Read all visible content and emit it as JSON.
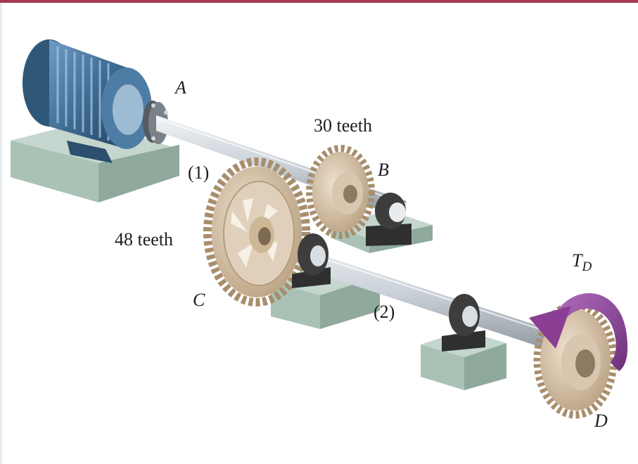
{
  "labels": {
    "point_a": "A",
    "shaft_1": "(1)",
    "gear_b_teeth": "30 teeth",
    "point_b": "B",
    "gear_c_teeth": "48 teeth",
    "point_c": "C",
    "shaft_2": "(2)",
    "torque_main": "T",
    "torque_sub": "D",
    "point_d": "D"
  },
  "colors": {
    "top_rule": "#a33a4f",
    "motor": "#3f6d95",
    "base": "#a9c0b6",
    "shaft": "#d0d6dc",
    "gear": "#c9b394",
    "bearing": "#3a3a3a",
    "torque_arrow": "#8a3e93"
  }
}
